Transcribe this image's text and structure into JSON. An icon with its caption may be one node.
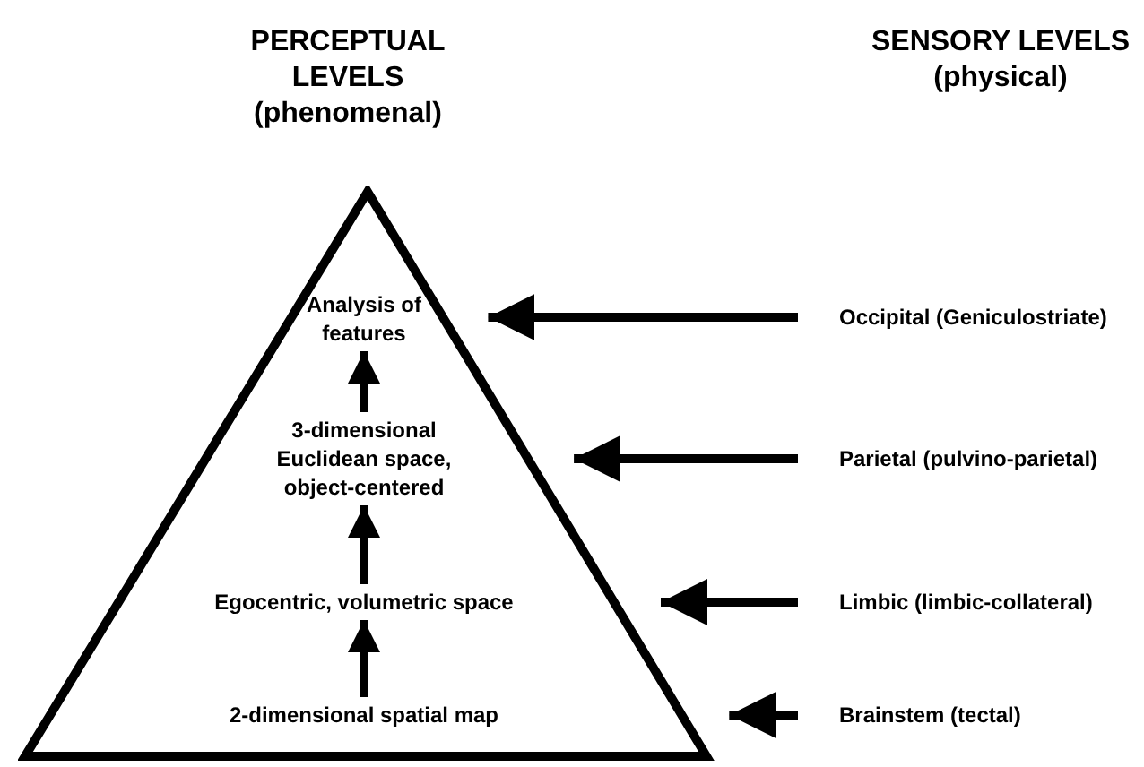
{
  "diagram": {
    "nodes": [
      {
        "text": [],
        "shape": "triangle"
      },
      {
        "text": [
          "Analysis of features"
        ],
        "in": 0
      },
      {
        "text": [
          "3-dimensional Euclidean space, object-centered"
        ],
        "in": 0
      },
      {
        "text": [
          "Egocentric, volumetric space"
        ],
        "in": 0
      },
      {
        "text": [
          "2-dimensional spatial map"
        ],
        "in": 0
      },
      {
        "text": [
          "Occipital (Geniculostriate)"
        ]
      },
      {
        "text": [
          "Parietal (pulvino-parietal)"
        ]
      },
      {
        "text": [
          "Limbic (limbic-collateral)"
        ]
      },
      {
        "text": [
          "Brainstem (tectal)"
        ]
      }
    ],
    "edges": [
      {
        "from": 4,
        "to": 3,
        "arrow": "to"
      },
      {
        "from": 3,
        "to": 2,
        "arrow": "to"
      },
      {
        "from": 2,
        "to": 1,
        "arrow": "to"
      },
      {
        "from": 5,
        "to": 0,
        "arrow": "to"
      },
      {
        "from": 6,
        "to": 0,
        "arrow": "to"
      },
      {
        "from": 7,
        "to": 0,
        "arrow": "to"
      },
      {
        "from": 8,
        "to": 0,
        "arrow": "to"
      }
    ],
    "labels": [
      "PERCEPTUAL LEVELS (phenomenal)",
      "SENSORY LEVELS (physical)"
    ]
  }
}
